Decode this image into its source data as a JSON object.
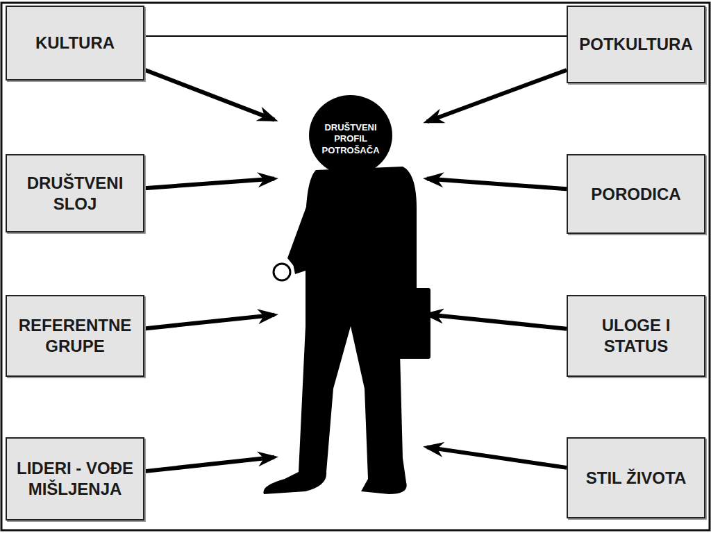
{
  "diagram": {
    "nodes": [
      {
        "text": [
          "KULTURA"
        ]
      },
      {
        "text": [
          "POTKULTURA"
        ]
      },
      {
        "text": [
          "DRUŠTVENI PROFIL POTROŠAČA"
        ]
      },
      {
        "text": [
          "DRUŠTVENI SLOJ"
        ]
      },
      {
        "text": [
          "PORODICA"
        ]
      },
      {
        "text": [
          "REFERENTNE GRUPE"
        ]
      },
      {
        "text": [
          "ULOGE I STATUS"
        ]
      },
      {
        "text": [
          "LIDERI - VOĐE MIŠLJENJA"
        ]
      },
      {
        "text": [
          "STIL ŽIVOTA"
        ]
      }
    ],
    "edges": [
      {
        "from": 0,
        "to": 1,
        "arrow": "none"
      },
      {
        "from": 0,
        "to": 2,
        "arrow": "to"
      },
      {
        "from": 1,
        "to": 2,
        "arrow": "to"
      },
      {
        "from": 3,
        "to": 2,
        "arrow": "to"
      },
      {
        "from": 4,
        "to": 2,
        "arrow": "to"
      },
      {
        "from": 5,
        "to": 2,
        "arrow": "to"
      },
      {
        "from": 6,
        "to": 2,
        "arrow": "to"
      },
      {
        "from": 7,
        "to": 2,
        "arrow": "to"
      },
      {
        "from": 8,
        "to": 2,
        "arrow": "to"
      }
    ]
  }
}
